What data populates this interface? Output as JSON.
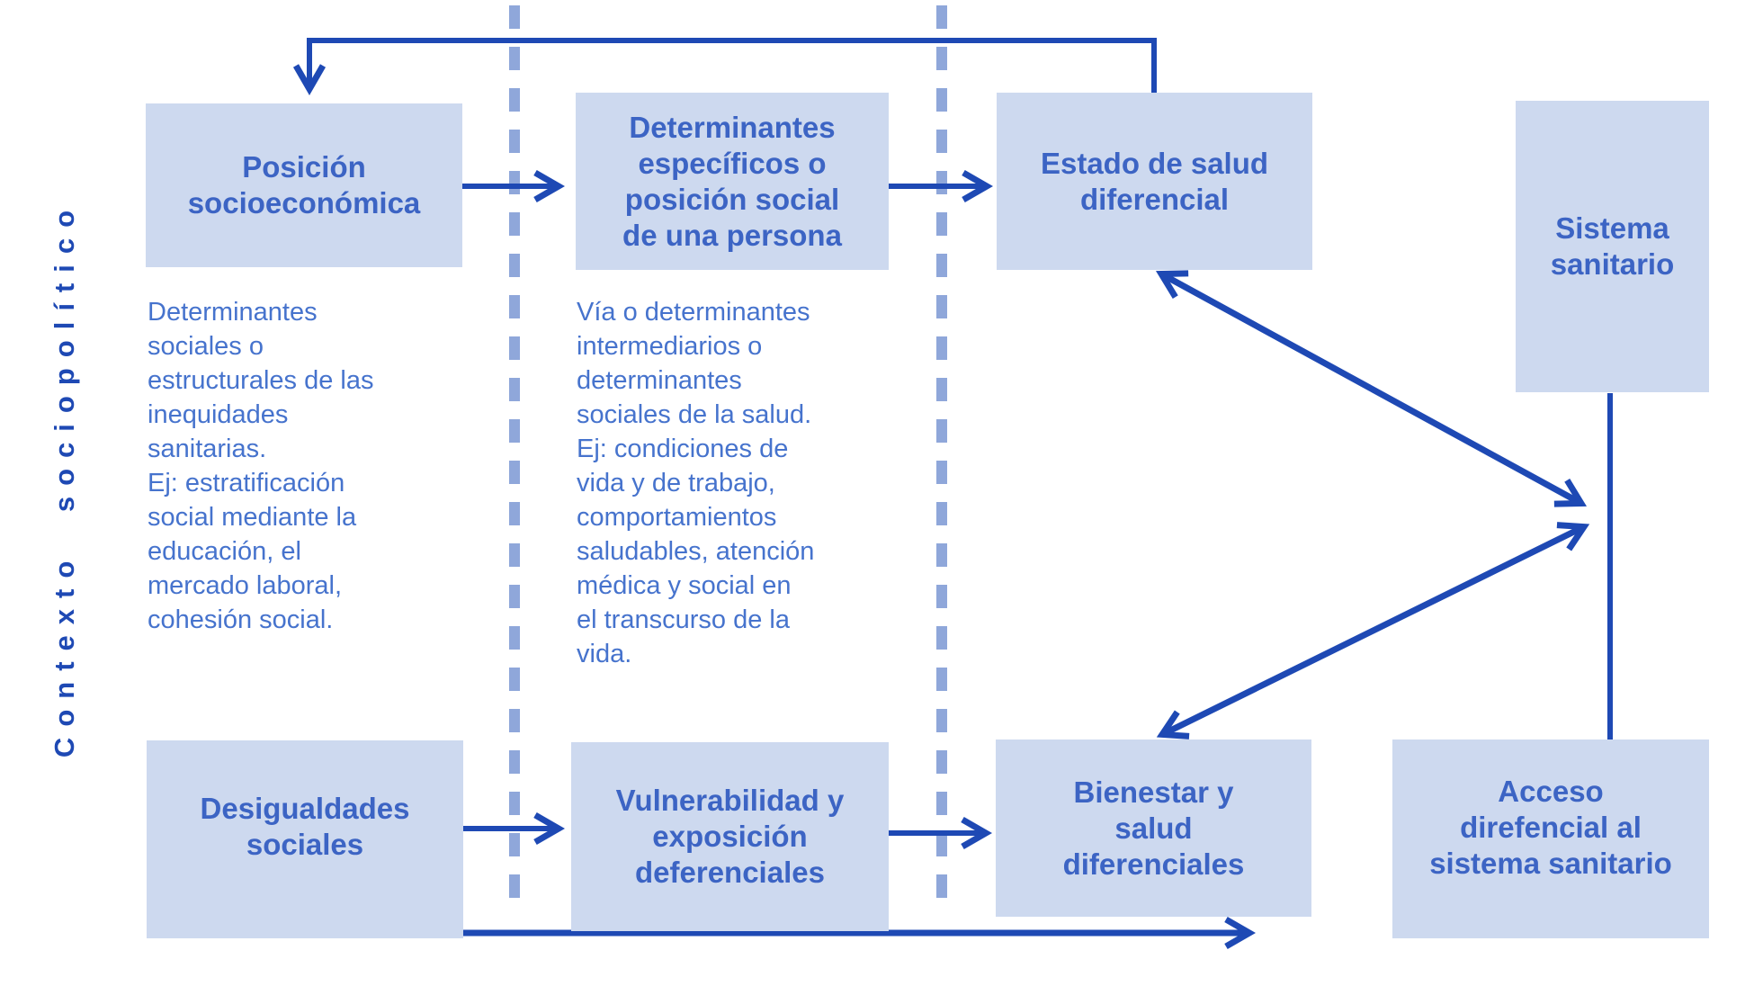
{
  "colors": {
    "background": "#ffffff",
    "box_fill": "#cdd9ef",
    "box_title": "#3c64c4",
    "note_text": "#4673cd",
    "arrow": "#1e49b4",
    "dashed_divider": "#8fa7da",
    "context_label": "#1e49b4"
  },
  "diagram": {
    "context_label": "Contexto sociopolítico",
    "boxes": {
      "posicion": {
        "label": "Posición\nsocioeconómica"
      },
      "determinantes_especificos": {
        "label": "Determinantes\nespecíficos o\nposición social\nde una persona"
      },
      "estado_salud": {
        "label": "Estado de salud\ndiferencial"
      },
      "sistema_sanitario": {
        "label": "Sistema\nsanitario"
      },
      "desigualdades": {
        "label": "Desigualdades\nsociales"
      },
      "vulnerabilidad": {
        "label": "Vulnerabilidad y\nexposición\ndeferenciales"
      },
      "bienestar": {
        "label": "Bienestar y\nsalud\ndiferenciales"
      },
      "acceso": {
        "label": "Acceso\ndirefencial al\nsistema sanitario"
      }
    },
    "notes": {
      "estructurales": "Determinantes\nsociales o\nestructurales de las\ninequidades\nsanitarias.\nEj: estratificación\nsocial mediante la\neducación, el\nmercado laboral,\ncohesión social.",
      "intermediarios": "Vía o determinantes\nintermediarios o\ndeterminantes\nsociales de la salud.\nEj: condiciones de\nvida y de trabajo,\ncomportamientos\nsaludables, atención\nmédica y social en\nel transcurso de la\nvida."
    }
  }
}
